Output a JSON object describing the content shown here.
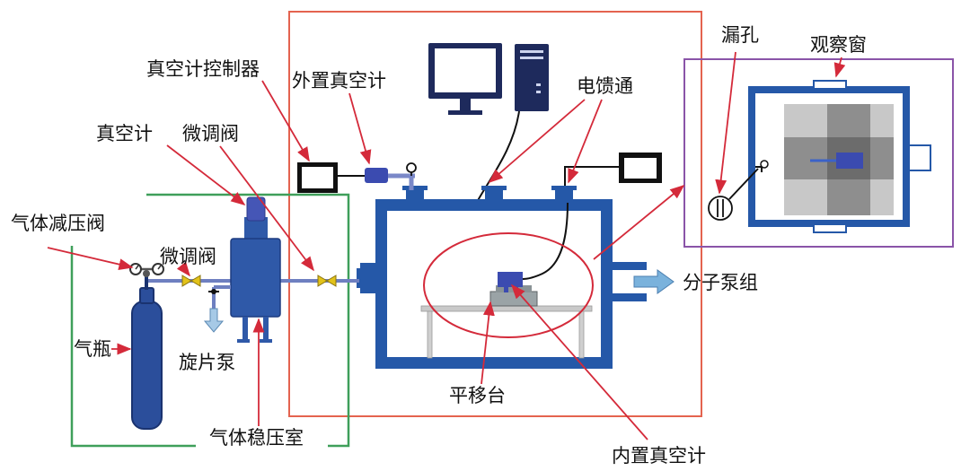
{
  "labels": {
    "gauge_controller": "真空计控制器",
    "external_gauge": "外置真空计",
    "cable_feedthrough": "电馈通",
    "leak_hole": "漏孔",
    "observation_window": "观察窗",
    "vacuum_gauge": "真空计",
    "fine_valve_top": "微调阀",
    "pressure_reducer": "气体减压阀",
    "fine_valve_side": "微调阀",
    "gas_cylinder": "气瓶",
    "rotary_pump": "旋片泵",
    "stabilizing_chamber": "气体稳压室",
    "translation_stage": "平移台",
    "internal_gauge": "内置真空计",
    "molecular_pump": "分子泵组"
  },
  "colors": {
    "red_frame": "#e4634f",
    "green_frame": "#3f9f5a",
    "purple_frame": "#8a54a8",
    "chamber_blue": "#2558a8",
    "navy": "#1b2b64",
    "annotation_red": "#d42a3a",
    "pipe": "#6e7fc0",
    "valve_yellow": "#e2c21a"
  },
  "icons": [
    "monitor-icon",
    "pc-tower-icon",
    "gas-cylinder-icon",
    "valve-icon",
    "pressure-gauge-icon",
    "arrow-right-icon",
    "arrow-down-icon"
  ]
}
